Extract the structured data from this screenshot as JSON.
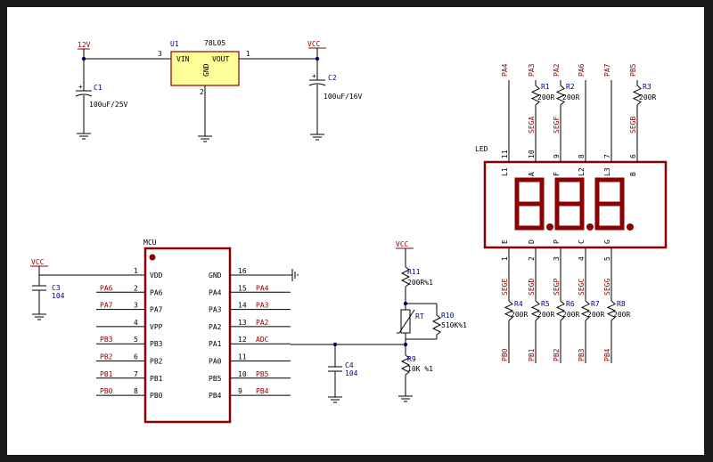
{
  "power": {
    "net_12v": "12V",
    "net_vcc": "VCC",
    "u1_ref": "U1",
    "u1_part": "78L05",
    "pin_vin": "VIN",
    "pin_vout": "VOUT",
    "pin_gnd": "GND",
    "pin_num_in": "3",
    "pin_num_out": "1",
    "pin_num_gnd": "2",
    "c1_ref": "C1",
    "c1_val": "100uF/25V",
    "c2_ref": "C2",
    "c2_val": "100uF/16V"
  },
  "mcu": {
    "title": "MCU",
    "net_vcc": "VCC",
    "c3_ref": "C3",
    "c3_val": "104",
    "left_pins": [
      {
        "num": "1",
        "name": "VDD",
        "net": ""
      },
      {
        "num": "2",
        "name": "PA6",
        "net": "PA6"
      },
      {
        "num": "3",
        "name": "PA7",
        "net": "PA7"
      },
      {
        "num": "4",
        "name": "VPP",
        "net": ""
      },
      {
        "num": "5",
        "name": "PB3",
        "net": "PB3"
      },
      {
        "num": "6",
        "name": "PB2",
        "net": "PB2"
      },
      {
        "num": "7",
        "name": "PB1",
        "net": "PB1"
      },
      {
        "num": "8",
        "name": "PB0",
        "net": "PB0"
      }
    ],
    "right_pins": [
      {
        "num": "16",
        "name": "GND",
        "net": ""
      },
      {
        "num": "15",
        "name": "PA4",
        "net": "PA4"
      },
      {
        "num": "14",
        "name": "PA3",
        "net": "PA3"
      },
      {
        "num": "13",
        "name": "PA2",
        "net": "PA2"
      },
      {
        "num": "12",
        "name": "PA1",
        "net": "ADC"
      },
      {
        "num": "11",
        "name": "PA0",
        "net": ""
      },
      {
        "num": "10",
        "name": "PB5",
        "net": "PB5"
      },
      {
        "num": "9",
        "name": "PB4",
        "net": "PB4"
      }
    ]
  },
  "sensor": {
    "net_vcc": "VCC",
    "r11_ref": "R11",
    "r11_val": "200R%1",
    "rt_ref": "RT",
    "r10_ref": "R10",
    "r10_val": "510K%1",
    "r9_ref": "R9",
    "r9_val": "10K %1",
    "c4_ref": "C4",
    "c4_val": "104"
  },
  "led": {
    "title": "LED",
    "top_pins": [
      {
        "num": "11",
        "name": "L1",
        "net": "PA4"
      },
      {
        "num": "10",
        "name": "A",
        "net": "PA3",
        "res": "R1",
        "val": "200R",
        "seg": "SEGA"
      },
      {
        "num": "9",
        "name": "F",
        "net": "PA2",
        "res": "R2",
        "val": "200R",
        "seg": "SEGF"
      },
      {
        "num": "8",
        "name": "L2",
        "net": "PA6"
      },
      {
        "num": "7",
        "name": "L3",
        "net": "PA7"
      },
      {
        "num": "6",
        "name": "B",
        "net": "PB5",
        "res": "R3",
        "val": "200R",
        "seg": "SEGB"
      }
    ],
    "bottom_pins": [
      {
        "num": "1",
        "name": "E",
        "seg": "SEGE",
        "res": "R4",
        "val": "200R",
        "net": "PB0"
      },
      {
        "num": "2",
        "name": "D",
        "seg": "SEGD",
        "res": "R5",
        "val": "200R",
        "net": "PB1"
      },
      {
        "num": "3",
        "name": "P",
        "seg": "SEGP",
        "res": "R6",
        "val": "200R",
        "net": "PB2"
      },
      {
        "num": "4",
        "name": "C",
        "seg": "SEGC",
        "res": "R7",
        "val": "200R",
        "net": "PB3"
      },
      {
        "num": "5",
        "name": "G",
        "seg": "SEGG",
        "res": "R8",
        "val": "200R",
        "net": "PB4"
      }
    ]
  },
  "colors": {
    "wire": "#000000",
    "part_border": "#8b0000",
    "regulator_fill": "#ffff99",
    "junction": "#000080"
  }
}
